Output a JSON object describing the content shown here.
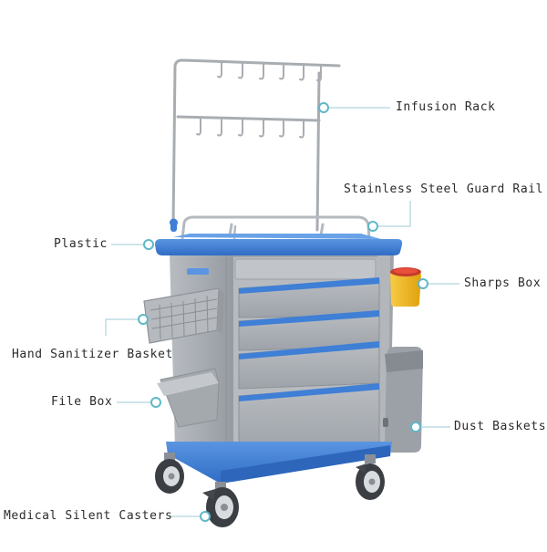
{
  "colors": {
    "frame_blue": "#3f7fd6",
    "body_gray": "#a9aeb4",
    "leader_line": "#b9d7e0",
    "marker_ring": "#5fb8c8",
    "steel": "#c8ccd0",
    "sharps_yellow": "#f3b81c"
  },
  "callouts": {
    "infusion_rack": "Infusion Rack",
    "guard_rail": "Stainless Steel Guard Rail",
    "plastic": "Plastic",
    "sharps_box": "Sharps Box",
    "hand_sanitizer_basket": "Hand Sanitizer Basket",
    "file_box": "File Box",
    "dust_baskets": "Dust Baskets",
    "casters": "Medical Silent Casters"
  }
}
